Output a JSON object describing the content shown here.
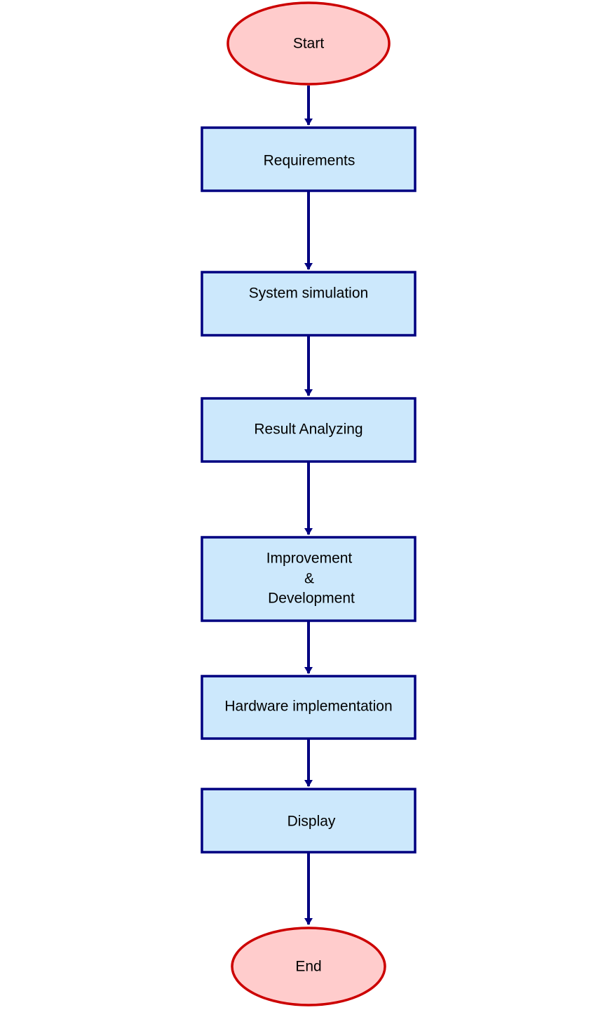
{
  "colors": {
    "terminal_fill": "#ffcccc",
    "terminal_stroke": "#cc0000",
    "process_fill": "#cce8fc",
    "process_stroke": "#000080",
    "arrow": "#000080"
  },
  "nodes": {
    "start": {
      "label": "Start"
    },
    "requirements": {
      "label": "Requirements"
    },
    "system_simulation": {
      "label": "System simulation"
    },
    "result_analyzing": {
      "label": "Result Analyzing"
    },
    "improvement": {
      "line1": "Improvement",
      "line2": "&",
      "line3": "Development"
    },
    "hardware_implementation": {
      "label": "Hardware implementation"
    },
    "display": {
      "label": "Display"
    },
    "end": {
      "label": "End"
    }
  }
}
